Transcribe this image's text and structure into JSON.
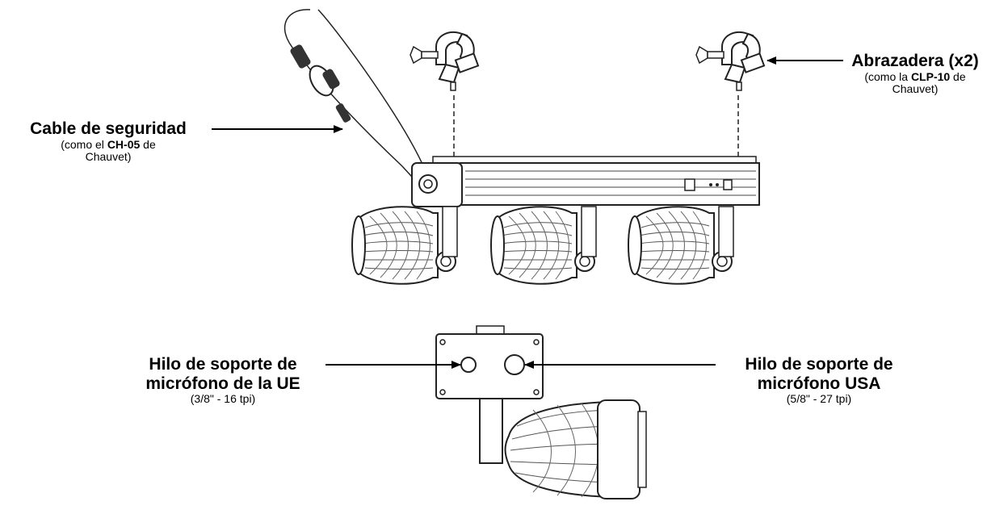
{
  "labels": {
    "safety_cable": {
      "title": "Cable de seguridad",
      "note_pre": "(como el ",
      "note_bold": "CH-05",
      "note_post": " de",
      "note_line2": "Chauvet)"
    },
    "clamp": {
      "title": "Abrazadera (x2)",
      "note_pre": "(como la ",
      "note_bold": "CLP-10",
      "note_post": " de",
      "note_line2": "Chauvet)"
    },
    "eu_thread": {
      "line1": "Hilo de soporte de",
      "line2": "micrófono de la UE",
      "spec": "(3/8\" - 16 tpi)"
    },
    "usa_thread": {
      "line1": "Hilo de soporte de",
      "line2": "micrófono USA",
      "spec": "(5/8\" - 27 tpi)"
    }
  },
  "colors": {
    "ink": "#000000",
    "line": "#222222",
    "fill": "#ffffff",
    "shade": "#e6e6e6"
  }
}
